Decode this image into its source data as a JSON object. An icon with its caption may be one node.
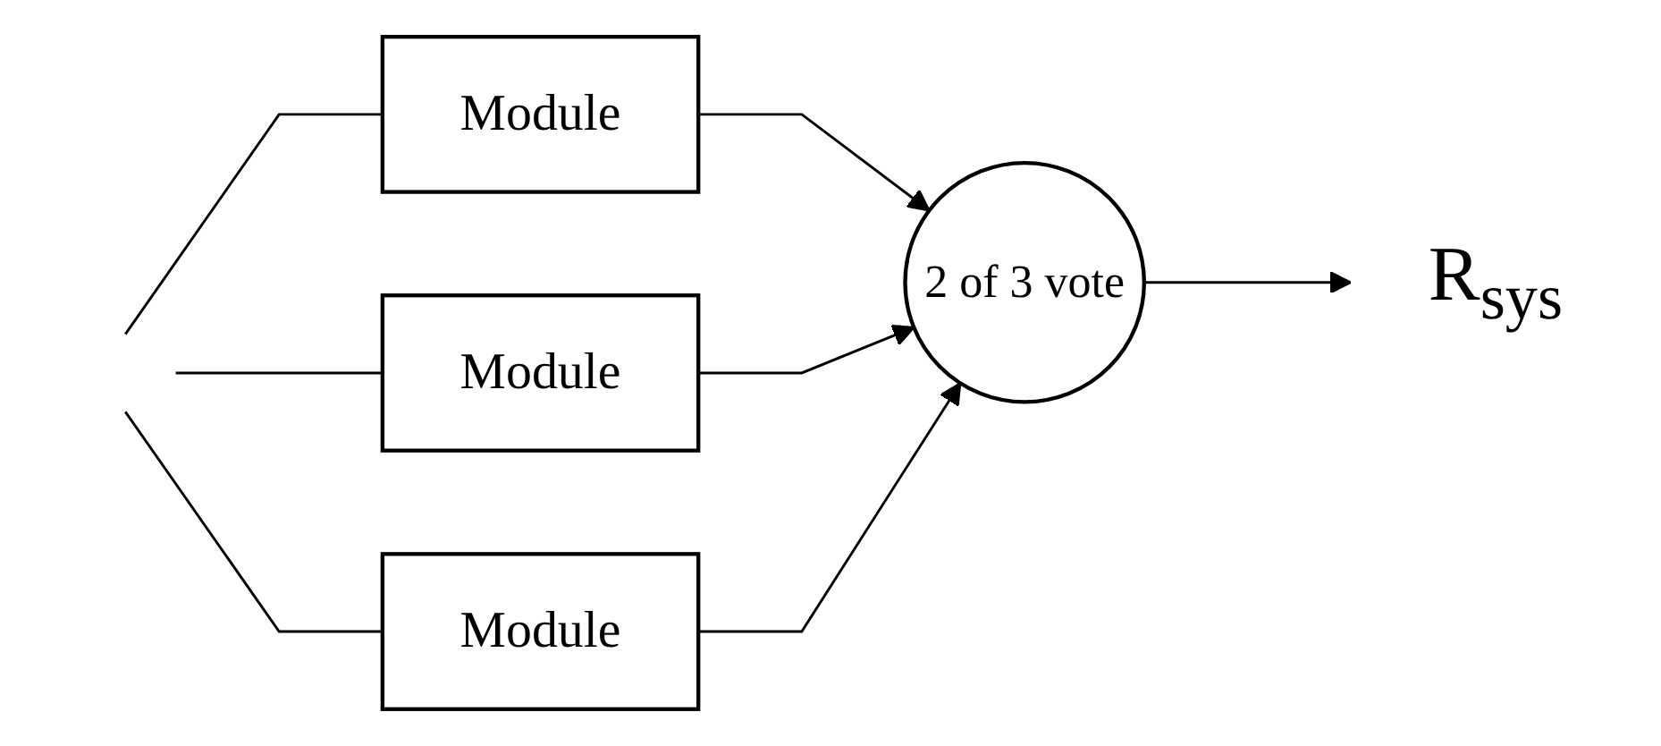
{
  "diagram": {
    "nodes": [
      {
        "text": [
          "Module"
        ]
      },
      {
        "text": [
          "Module"
        ]
      },
      {
        "text": [
          "Module"
        ]
      },
      {
        "text": [
          "2 of 3 vote"
        ]
      },
      {
        "text": [
          "R$_{sys}$"
        ]
      }
    ],
    "edges": [
      {
        "from": null,
        "to": 0,
        "arrow": "none"
      },
      {
        "from": null,
        "to": 1,
        "arrow": "none"
      },
      {
        "from": null,
        "to": 2,
        "arrow": "none"
      },
      {
        "from": 0,
        "to": 3,
        "arrow": "to"
      },
      {
        "from": 1,
        "to": 3,
        "arrow": "to"
      },
      {
        "from": 2,
        "to": 3,
        "arrow": "to"
      },
      {
        "from": 3,
        "to": 4,
        "arrow": "to"
      }
    ]
  }
}
